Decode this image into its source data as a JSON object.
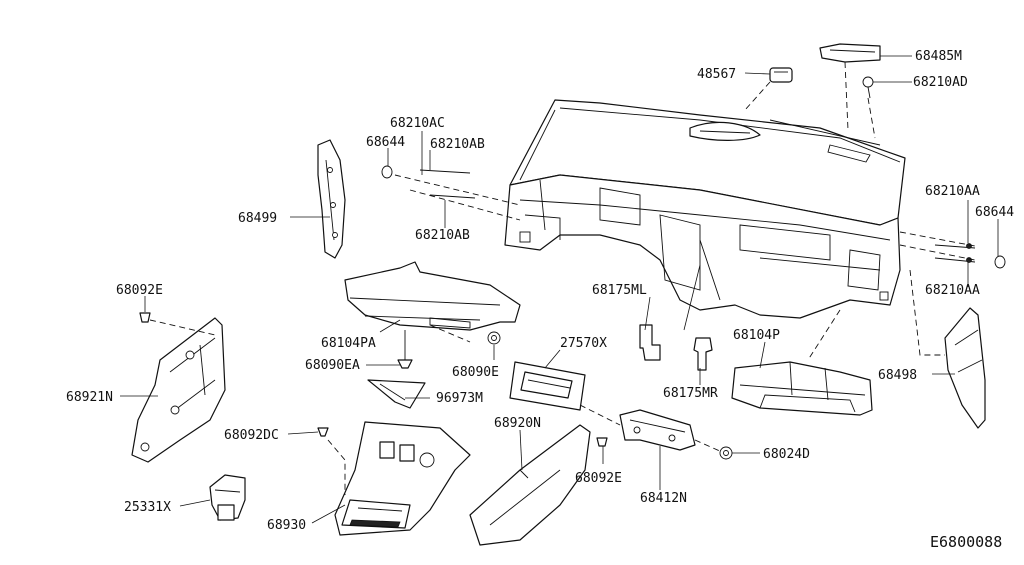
{
  "labels": {
    "p68485M": "68485M",
    "p48567": "48567",
    "p68210AD": "68210AD",
    "p68210AC": "68210AC",
    "p68644_left": "68644",
    "p68210AB_top": "68210AB",
    "p68210AB_bottom": "68210AB",
    "p68499": "68499",
    "p68210AA_top": "68210AA",
    "p68644_right": "68644",
    "p68210AA_bottom": "68210AA",
    "p68092E_top": "68092E",
    "p68104PA": "68104PA",
    "p68090EA": "68090EA",
    "p68090E": "68090E",
    "p96973M": "96973M",
    "p68921N": "68921N",
    "p68175ML": "68175ML",
    "p68175MR": "68175MR",
    "p27570X": "27570X",
    "p68104P": "68104P",
    "p68498": "68498",
    "p68920N": "68920N",
    "p68092DC": "68092DC",
    "p25331X": "25331X",
    "p68930": "68930",
    "p68092E_bottom": "68092E",
    "p68412N": "68412N",
    "p68024D": "68024D"
  },
  "diagram_code": "E6800088",
  "icons": {
    "clip": "clip-icon",
    "screw": "screw-icon"
  }
}
